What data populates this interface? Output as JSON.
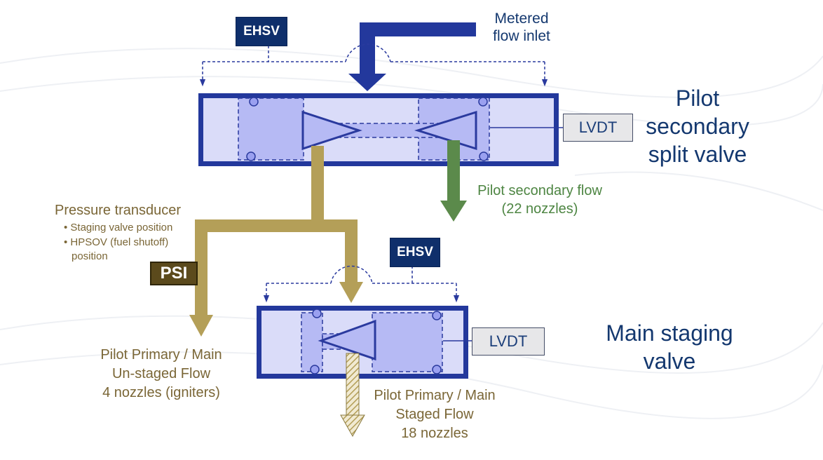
{
  "inlet": {
    "line1": "Metered",
    "line2": "flow inlet"
  },
  "ehsv_top": "EHSV",
  "ehsv_mid": "EHSV",
  "psi": "PSI",
  "lvdt_top": "LVDT",
  "lvdt_mid": "LVDT",
  "pilot_valve": {
    "line1": "Pilot",
    "line2": "secondary",
    "line3": "split valve"
  },
  "main_valve": {
    "line1": "Main staging",
    "line2": "valve"
  },
  "secondary_flow": {
    "line1": "Pilot secondary flow",
    "line2": "(22 nozzles)"
  },
  "transducer": {
    "title": "Pressure transducer",
    "bullet1": "• Staging valve position",
    "bullet2a": "• HPSOV (fuel shutoff)",
    "bullet2b": "position"
  },
  "unstaged": {
    "line1": "Pilot Primary / Main",
    "line2": "Un-staged Flow",
    "line3": "4 nozzles (igniters)"
  },
  "staged": {
    "line1": "Pilot Primary / Main",
    "line2": "Staged Flow",
    "line3": "18 nozzles"
  },
  "colors": {
    "navy": "#14386f",
    "valve_border": "#2a3a9e",
    "valve_fill": "#dadcf9",
    "olive_flow": "#b49f58",
    "green_flow": "#5b8a4b"
  }
}
